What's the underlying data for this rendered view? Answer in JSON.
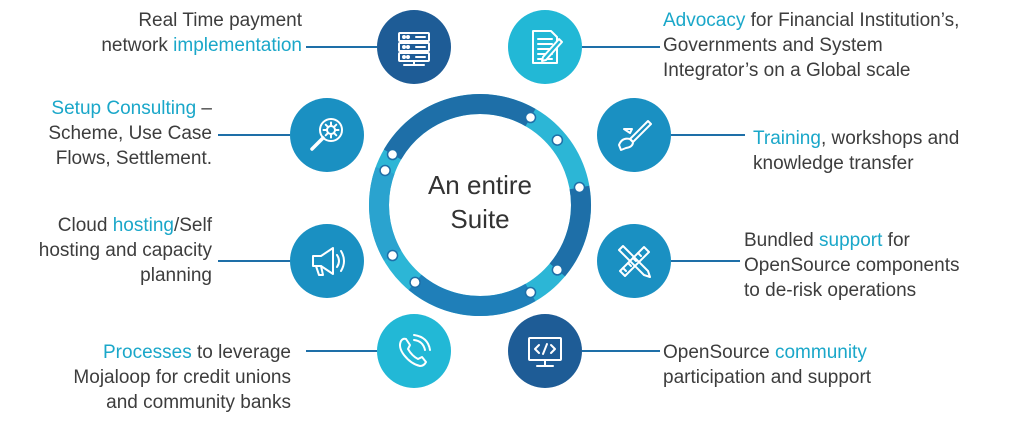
{
  "center": {
    "line1": "An entire",
    "line2": "Suite"
  },
  "items": [
    {
      "id": "payment",
      "lines": [
        [
          {
            "t": "Real Time payment",
            "h": false
          }
        ],
        [
          {
            "t": "network ",
            "h": false
          },
          {
            "t": "implementation",
            "h": true
          }
        ]
      ],
      "icon": "server-icon",
      "color": "#1e5c96"
    },
    {
      "id": "consulting",
      "lines": [
        [
          {
            "t": "Setup Consulting",
            "h": true
          },
          {
            "t": " –",
            "h": false
          }
        ],
        [
          {
            "t": "Scheme, Use Case",
            "h": false
          }
        ],
        [
          {
            "t": "Flows, Settlement.",
            "h": false
          }
        ]
      ],
      "icon": "magnifier-gear-icon",
      "color": "#1a90c2"
    },
    {
      "id": "hosting",
      "lines": [
        [
          {
            "t": "Cloud ",
            "h": false
          },
          {
            "t": "hosting",
            "h": true
          },
          {
            "t": "/Self",
            "h": false
          }
        ],
        [
          {
            "t": "hosting and capacity",
            "h": false
          }
        ],
        [
          {
            "t": "planning",
            "h": false
          }
        ]
      ],
      "icon": "megaphone-icon",
      "color": "#1a90c2"
    },
    {
      "id": "processes",
      "lines": [
        [
          {
            "t": "Processes",
            "h": true
          },
          {
            "t": " to leverage",
            "h": false
          }
        ],
        [
          {
            "t": "Mojaloop for credit unions",
            "h": false
          }
        ],
        [
          {
            "t": "and community banks",
            "h": false
          }
        ]
      ],
      "icon": "phone-icon",
      "color": "#22b8d6"
    },
    {
      "id": "advocacy",
      "lines": [
        [
          {
            "t": "Advocacy",
            "h": true
          },
          {
            "t": " for Financial Institution’s,",
            "h": false
          }
        ],
        [
          {
            "t": "Governments and System",
            "h": false
          }
        ],
        [
          {
            "t": "Integrator’s on a Global scale",
            "h": false
          }
        ]
      ],
      "icon": "document-icon",
      "color": "#22b8d6"
    },
    {
      "id": "training",
      "lines": [
        [
          {
            "t": "Training",
            "h": true
          },
          {
            "t": ", workshops and",
            "h": false
          }
        ],
        [
          {
            "t": "knowledge transfer",
            "h": false
          }
        ]
      ],
      "icon": "paintbrush-icon",
      "color": "#1a90c2"
    },
    {
      "id": "support",
      "lines": [
        [
          {
            "t": "Bundled ",
            "h": false
          },
          {
            "t": "support",
            "h": true
          },
          {
            "t": " for",
            "h": false
          }
        ],
        [
          {
            "t": "OpenSource components",
            "h": false
          }
        ],
        [
          {
            "t": "to de-risk operations",
            "h": false
          }
        ]
      ],
      "icon": "pencil-ruler-icon",
      "color": "#1a90c2"
    },
    {
      "id": "community",
      "lines": [
        [
          {
            "t": "OpenSource ",
            "h": false
          },
          {
            "t": "community",
            "h": true
          }
        ],
        [
          {
            "t": "participation and support",
            "h": false
          }
        ]
      ],
      "icon": "monitor-code-icon",
      "color": "#1e5c96"
    }
  ],
  "colors": {
    "highlight": "#1aa7c9",
    "ring_dark": "#1e6fa8",
    "ring_light": "#2cb6d6",
    "connector": "#1e6fa8"
  }
}
